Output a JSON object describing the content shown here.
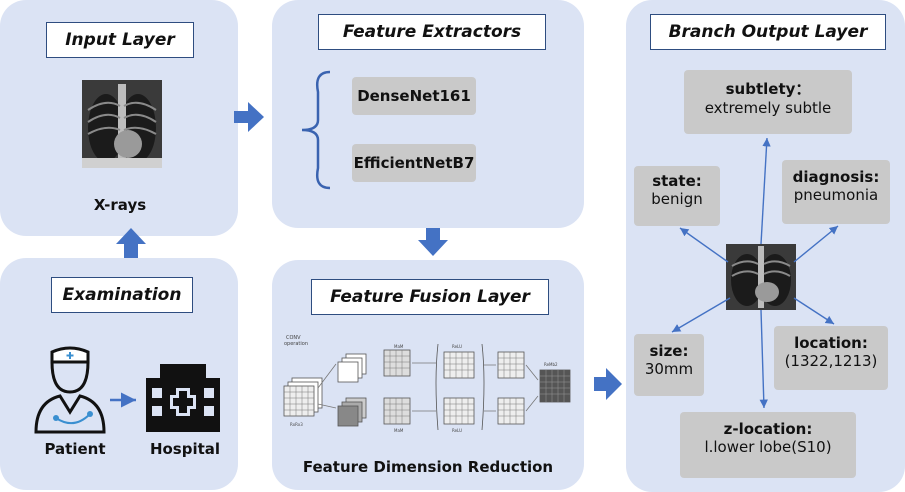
{
  "panels": {
    "input": {
      "title": "Input Layer",
      "caption": "X-rays"
    },
    "extractors": {
      "title": "Feature Extractors",
      "models": [
        "DenseNet161",
        "EfficientNetB7"
      ]
    },
    "examination": {
      "title": "Examination",
      "patient": "Patient",
      "hospital": "Hospital"
    },
    "fusion": {
      "title": "Feature Fusion Layer",
      "caption": "Feature Dimension Reduction"
    },
    "output": {
      "title": "Branch Output Layer",
      "subtlety": {
        "k": "subtlety：",
        "v": "extremely subtle"
      },
      "state": {
        "k": "state:",
        "v": "benign"
      },
      "diagnosis": {
        "k": "diagnosis:",
        "v": "pneumonia"
      },
      "size": {
        "k": "size:",
        "v": "30mm"
      },
      "location": {
        "k": "location:",
        "v": "(1322,1213)"
      },
      "zlocation": {
        "k": "z-location:",
        "v": "l.lower lobe(S10)"
      }
    }
  },
  "colors": {
    "panel": "#dbe3f4",
    "arrow": "#4472c4",
    "border": "#2e4d80",
    "chip": "#c9c9c9"
  }
}
